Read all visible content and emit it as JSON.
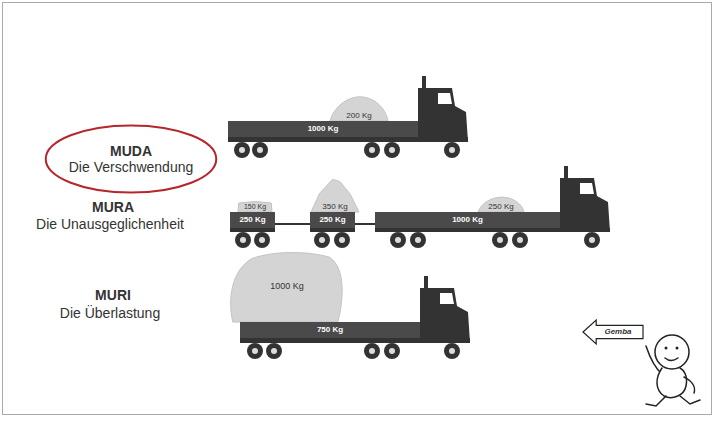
{
  "diagram": {
    "nodes": [
      {
        "text": [
          "MUDA",
          "Die Verschwendung"
        ]
      },
      {
        "text": [
          "200 Kg"
        ]
      },
      {
        "text": [
          "1000 Kg"
        ]
      },
      {
        "text": [
          "150 Kg"
        ]
      },
      {
        "text": [
          "350 Kg"
        ]
      },
      {
        "text": [
          "250 Kg"
        ]
      },
      {
        "text": [
          "250 Kg"
        ]
      },
      {
        "text": [
          "250 Kg"
        ]
      },
      {
        "text": [
          "1000 Kg"
        ]
      },
      {
        "text": [
          "1000 Kg"
        ]
      },
      {
        "text": [
          "750 Kg"
        ]
      },
      {
        "text": [
          "Gemba"
        ]
      }
    ],
    "edges": [
      {
        "from": 6,
        "to": 7,
        "arrow": "none"
      },
      {
        "from": 7,
        "to": 8,
        "arrow": "none"
      }
    ],
    "labels": [
      "MURA",
      "Die Unausgeglichenheit",
      "MURI",
      "Die Überlastung"
    ]
  }
}
